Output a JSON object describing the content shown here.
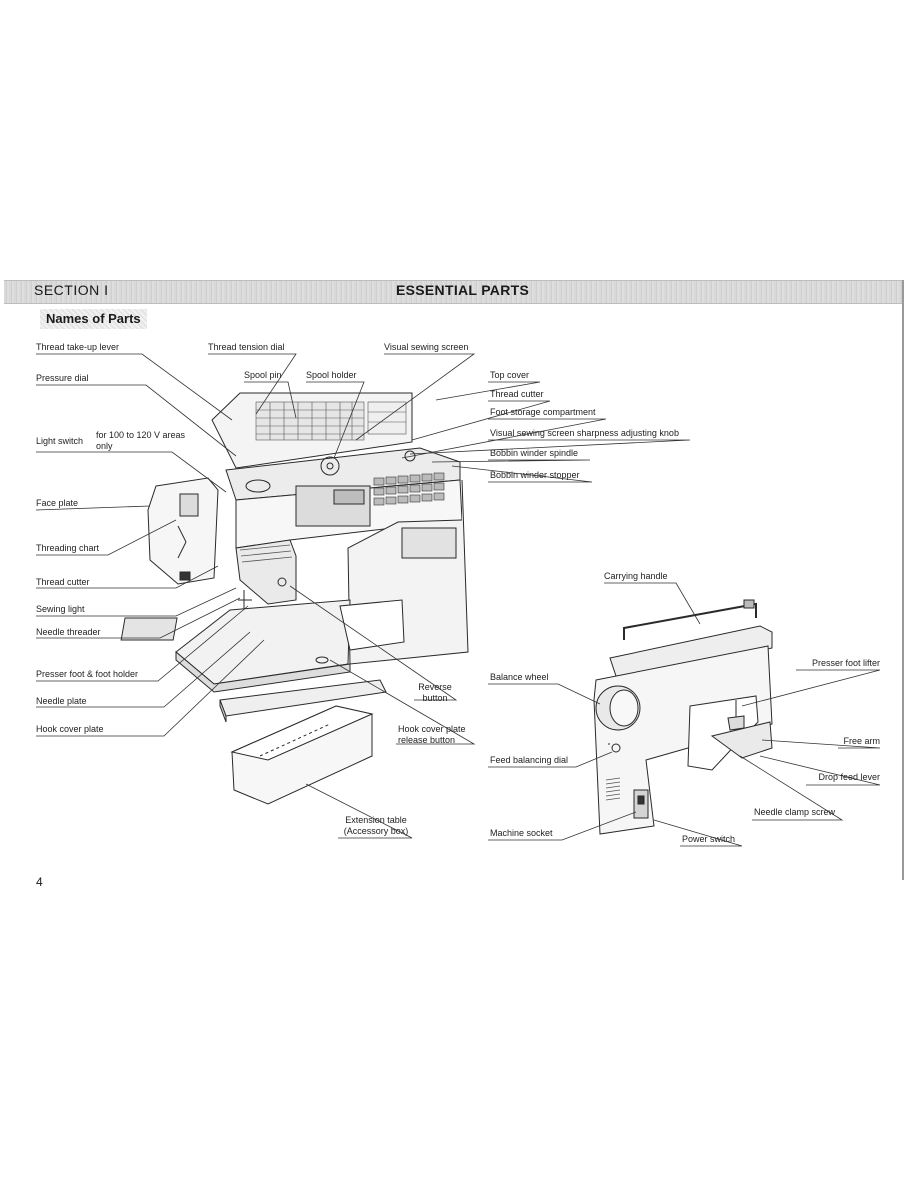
{
  "header": {
    "section": "SECTION I",
    "title": "ESSENTIAL PARTS"
  },
  "subtitle": "Names of Parts",
  "labels": {
    "thread_takeup_lever": "Thread take-up lever",
    "thread_tension_dial": "Thread tension dial",
    "visual_sewing_screen": "Visual sewing screen",
    "pressure_dial": "Pressure dial",
    "spool_pin": "Spool pin",
    "spool_holder": "Spool holder",
    "top_cover": "Top cover",
    "thread_cutter_top": "Thread cutter",
    "foot_storage": "Foot storage compartment",
    "light_switch": "Light switch",
    "light_switch_note": "for 100 to 120 V areas only",
    "sharpness_knob": "Visual sewing screen sharpness adjusting knob",
    "bobbin_winder_spindle": "Bobbin winder spindle",
    "bobbin_winder_stopper": "Bobbin winder stopper",
    "face_plate": "Face plate",
    "threading_chart": "Threading chart",
    "thread_cutter_left": "Thread cutter",
    "sewing_light": "Sewing light",
    "needle_threader": "Needle threader",
    "presser_foot_holder": "Presser foot & foot holder",
    "needle_plate": "Needle plate",
    "hook_cover_plate": "Hook cover plate",
    "reverse_button": "Reverse button",
    "hook_cover_release": "Hook cover plate release button",
    "extension_table": "Extension table (Accessory box)",
    "carrying_handle": "Carrying handle",
    "presser_foot_lifter": "Presser foot lifter",
    "balance_wheel": "Balance wheel",
    "free_arm": "Free arm",
    "feed_balancing_dial": "Feed balancing dial",
    "drop_feed_lever": "Drop feed lever",
    "needle_clamp_screw": "Needle clamp screw",
    "machine_socket": "Machine socket",
    "power_switch": "Power switch"
  },
  "page_number": "4"
}
